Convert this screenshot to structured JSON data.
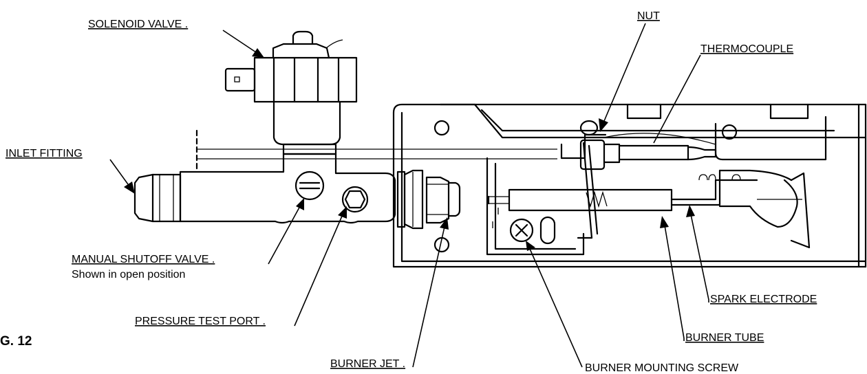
{
  "figure_label": "G. 12",
  "labels": {
    "solenoid_valve": "SOLENOID VALVE .",
    "nut": "NUT",
    "thermocouple": "THERMOCOUPLE",
    "inlet_fitting": "INLET FITTING",
    "manual_shutoff_valve": "MANUAL SHUTOFF VALVE .",
    "manual_shutoff_note": "Shown in open position",
    "pressure_test_port": "PRESSURE TEST PORT .",
    "burner_jet": "BURNER JET .",
    "burner_mounting_screw": "BURNER MOUNTING SCREW",
    "burner_tube": "BURNER TUBE",
    "spark_electrode": "SPARK ELECTRODE"
  }
}
